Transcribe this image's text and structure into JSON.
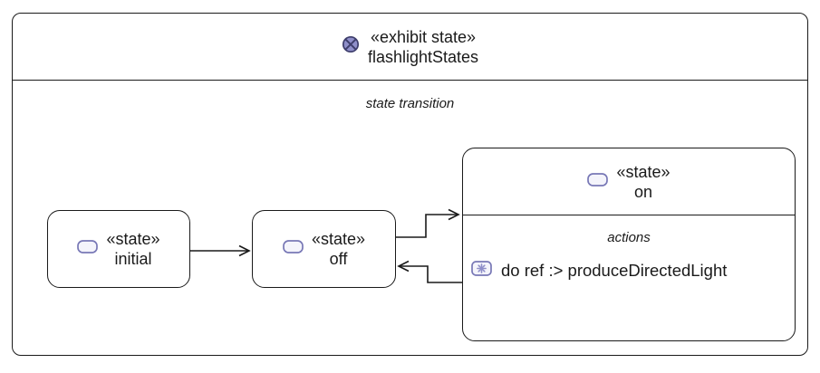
{
  "colors": {
    "line": "#1a1a1a",
    "background": "#ffffff",
    "exhibit_icon_fill": "#8f8fc9",
    "exhibit_icon_stroke": "#3d3d6b",
    "state_icon_fill": "#f4f4fb",
    "state_icon_stroke": "#7878b6",
    "action_glyph": "#8f8fc9"
  },
  "frame": {
    "stereotype": "«exhibit state»",
    "name": "flashlightStates",
    "region_label": "state transition"
  },
  "states": {
    "initial": {
      "stereotype": "«state»",
      "name": "initial"
    },
    "off": {
      "stereotype": "«state»",
      "name": "off"
    },
    "on": {
      "stereotype": "«state»",
      "name": "on",
      "actions_label": "actions",
      "action_text": "do ref :> produceDirectedLight"
    }
  }
}
